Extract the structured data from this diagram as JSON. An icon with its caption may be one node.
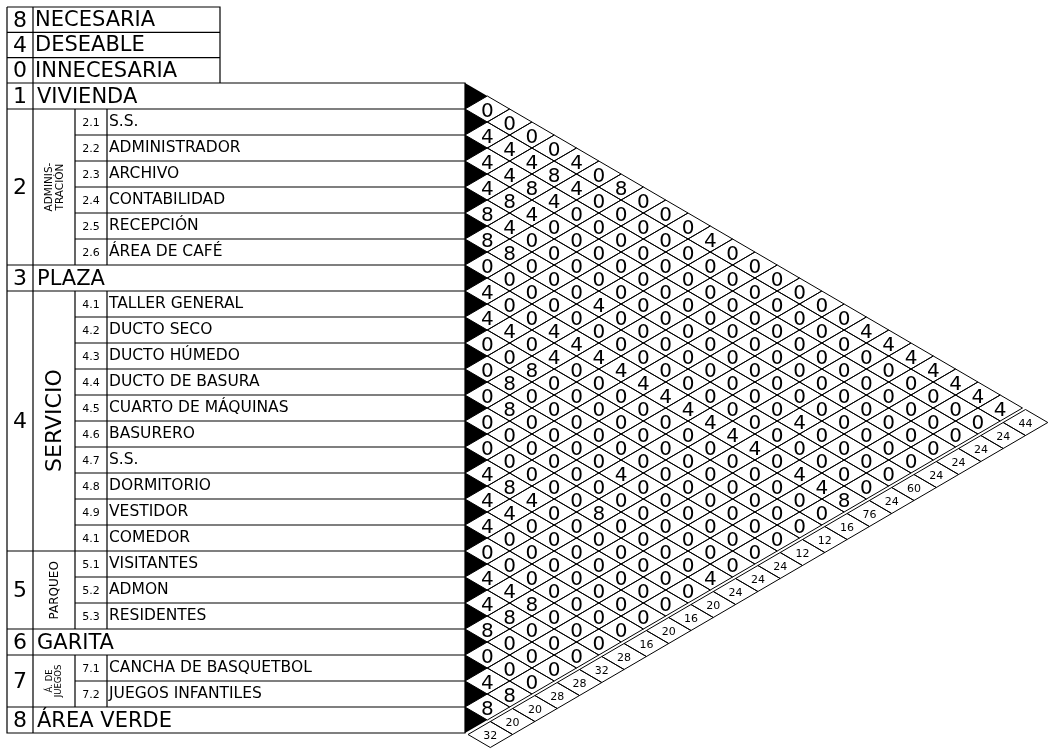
{
  "diagram": {
    "labels": [
      "8",
      "NECESARIA",
      "4",
      "DESEABLE",
      "0",
      "INNECESARIA",
      "1",
      "VIVIENDA",
      "2",
      "ADMINIS- TRACIÓN",
      "2.1",
      "S.S.",
      "2.2",
      "ADMINISTRADOR",
      "2.3",
      "ARCHIVO",
      "2.4",
      "CONTABILIDAD",
      "2.5",
      "RECEPCIÓN",
      "2.6",
      "ÁREA DE CAFÉ",
      "3",
      "PLAZA",
      "4",
      "SERVICIO",
      "4.1",
      "TALLER GENERAL",
      "4.2",
      "DUCTO SECO",
      "4.3",
      "DUCTO HÚMEDO",
      "4.4",
      "DUCTO DE BASURA",
      "4.5",
      "CUARTO DE MÁQUINAS",
      "4.6",
      "BASURERO",
      "4.7",
      "S.S.",
      "4.8",
      "DORMITORIO",
      "4.9",
      "VESTIDOR",
      "4.1",
      "COMEDOR",
      "5",
      "PARQUEO",
      "5.1",
      "VISITANTES",
      "5.2",
      "ADMON",
      "5.3",
      "RESIDENTES",
      "6",
      "GARITA",
      "7",
      "Á. DE JUEGOS",
      "7.1",
      "CANCHA DE BASQUETBOL",
      "7.2",
      "JUEGOS INFANTILES",
      "8",
      "ÁREA VERDE",
      "0",
      "0",
      "4",
      "0",
      "4",
      "0",
      "4",
      "4",
      "4",
      "4",
      "8",
      "0",
      "4",
      "8",
      "4",
      "8",
      "8",
      "4",
      "0",
      "0",
      "8",
      "4",
      "0",
      "0",
      "0",
      "4",
      "0",
      "0",
      "0",
      "0",
      "8",
      "0",
      "0",
      "0",
      "0",
      "4",
      "8",
      "0",
      "0",
      "0",
      "0",
      "0",
      "0",
      "0",
      "0",
      "0",
      "0",
      "0",
      "0",
      "0",
      "0",
      "0",
      "0",
      "0",
      "0",
      "0",
      "4",
      "0",
      "0",
      "0",
      "0",
      "0",
      "0",
      "0",
      "0",
      "0",
      "4",
      "0",
      "0",
      "0",
      "0",
      "0",
      "4",
      "0",
      "0",
      "0",
      "0",
      "0",
      "0",
      "0",
      "0",
      "4",
      "4",
      "0",
      "0",
      "0",
      "0",
      "0",
      "0",
      "4",
      "0",
      "0",
      "4",
      "0",
      "0",
      "0",
      "0",
      "0",
      "0",
      "4",
      "0",
      "4",
      "4",
      "0",
      "0",
      "0",
      "0",
      "0",
      "0",
      "4",
      "0",
      "8",
      "0",
      "4",
      "0",
      "0",
      "0",
      "0",
      "0",
      "0",
      "4",
      "8",
      "0",
      "0",
      "4",
      "0",
      "0",
      "0",
      "0",
      "0",
      "0",
      "4",
      "0",
      "0",
      "0",
      "0",
      "4",
      "0",
      "0",
      "0",
      "0",
      "0",
      "0",
      "4",
      "8",
      "0",
      "0",
      "0",
      "4",
      "0",
      "0",
      "0",
      "0",
      "0",
      "0",
      "4",
      "0",
      "0",
      "0",
      "0",
      "0",
      "4",
      "0",
      "4",
      "0",
      "0",
      "0",
      "0",
      "0",
      "0",
      "0",
      "0",
      "0",
      "4",
      "0",
      "0",
      "0",
      "0",
      "0",
      "0",
      "0",
      "0",
      "0",
      "0",
      "0",
      "4",
      "0",
      "0",
      "0",
      "0",
      "0",
      "0",
      "0",
      "0",
      "0",
      "0",
      "0",
      "0",
      "0",
      "0",
      "4",
      "0",
      "0",
      "4",
      "0",
      "0",
      "0",
      "4",
      "0",
      "0",
      "8",
      "0",
      "0",
      "0",
      "0",
      "0",
      "0",
      "4",
      "0",
      "4",
      "4",
      "0",
      "0",
      "0",
      "0",
      "0",
      "0",
      "8",
      "4",
      "0",
      "8",
      "0",
      "0",
      "0",
      "0",
      "0",
      "4",
      "0",
      "0",
      "0",
      "0",
      "0",
      "0",
      "0",
      "0",
      "0",
      "0",
      "0",
      "0",
      "0",
      "0",
      "0",
      "0",
      "0",
      "0",
      "0",
      "0",
      "0",
      "0",
      "0",
      "0",
      "0",
      "0",
      "0",
      "4",
      "0",
      "0",
      "0",
      "0",
      "4",
      "4",
      "0",
      "0",
      "0",
      "0",
      "4",
      "8",
      "0",
      "0",
      "0",
      "8",
      "0",
      "0",
      "0",
      "8",
      "0",
      "0",
      "0",
      "0",
      "0",
      "0",
      "0",
      "0",
      "0",
      "0",
      "0",
      "4",
      "0",
      "8",
      "8",
      "44",
      "24",
      "24",
      "24",
      "24",
      "60",
      "24",
      "76",
      "16",
      "12",
      "12",
      "24",
      "24",
      "24",
      "20",
      "16",
      "20",
      "16",
      "28",
      "32",
      "28",
      "28",
      "20",
      "20",
      "32"
    ]
  }
}
